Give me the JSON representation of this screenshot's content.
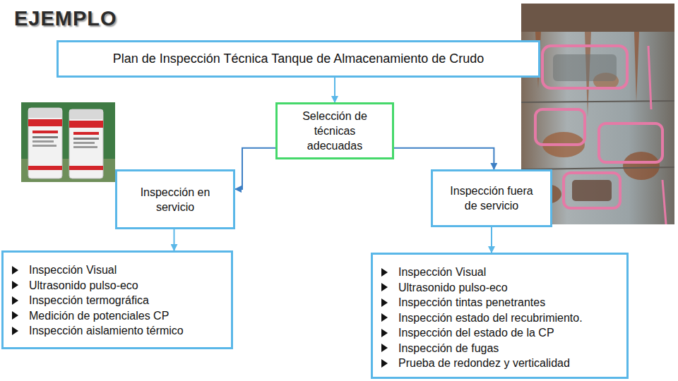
{
  "diagram": {
    "title": "EJEMPLO",
    "nodes": [
      {
        "text": [
          "Plan de Inspección Técnica Tanque de Almacenamiento de Crudo"
        ]
      },
      {
        "text": [
          "Selección de técnicas adecuadas"
        ]
      },
      {
        "text": [
          "Inspección en servicio"
        ]
      },
      {
        "text": [
          "Inspección fuera de servicio"
        ]
      },
      {
        "text": [
          "Inspección Visual",
          "Ultrasonido pulso-eco",
          "Inspección termográfica",
          "Medición de potenciales CP",
          "Inspección aislamiento térmico"
        ]
      },
      {
        "text": [
          "Inspección Visual",
          "Ultrasonido pulso-eco",
          "Inspección tintas penetrantes",
          "Inspección estado del recubrimiento.",
          "Inspección del estado de la CP",
          "Inspección de fugas",
          "Prueba de redondez y verticalidad"
        ]
      }
    ],
    "edges": [
      {
        "from": 0,
        "to": 1,
        "arrow": "to"
      },
      {
        "from": 1,
        "to": 2,
        "arrow": "to"
      },
      {
        "from": 1,
        "to": 3,
        "arrow": "to"
      },
      {
        "from": 2,
        "to": 4,
        "arrow": "to"
      },
      {
        "from": 3,
        "to": 5,
        "arrow": "to"
      }
    ]
  }
}
